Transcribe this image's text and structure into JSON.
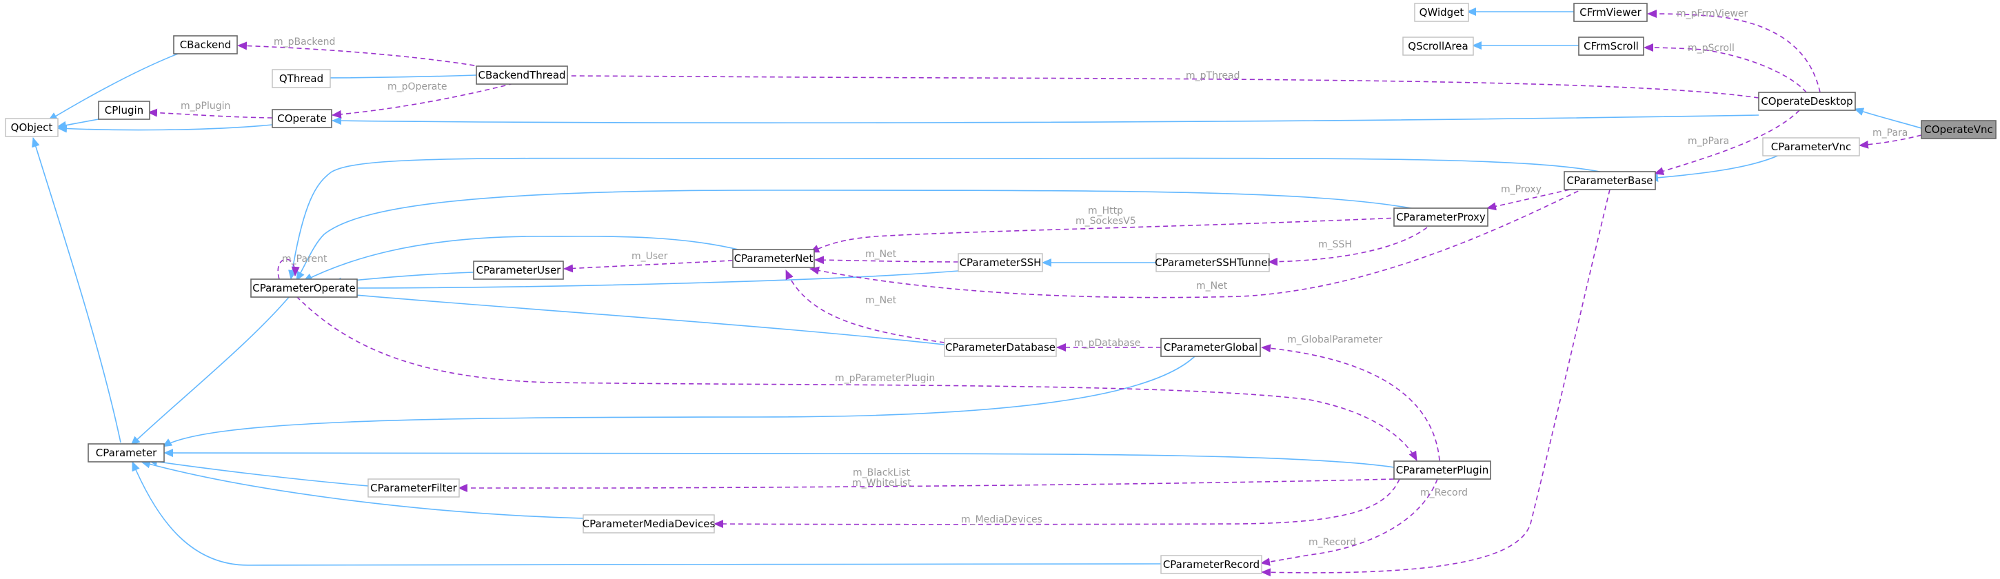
{
  "nodes": [
    {
      "id": "n_qobject",
      "name": "qobject-node",
      "label": "QObject",
      "style": "undoc"
    },
    {
      "id": "n_cbackend",
      "name": "cbackend-node",
      "label": "CBackend",
      "style": "doc"
    },
    {
      "id": "n_qthread",
      "name": "qthread-node",
      "label": "QThread",
      "style": "undoc"
    },
    {
      "id": "n_cbackendthread",
      "name": "cbackendthread-node",
      "label": "CBackendThread",
      "style": "doc"
    },
    {
      "id": "n_cplugin",
      "name": "cplugin-node",
      "label": "CPlugin",
      "style": "doc"
    },
    {
      "id": "n_coperate",
      "name": "coperate-node",
      "label": "COperate",
      "style": "doc"
    },
    {
      "id": "n_qwidget",
      "name": "qwidget-node",
      "label": "QWidget",
      "style": "undoc"
    },
    {
      "id": "n_cfrmviewer",
      "name": "cfrmviewer-node",
      "label": "CFrmViewer",
      "style": "doc"
    },
    {
      "id": "n_qscrollarea",
      "name": "qscrollarea-node",
      "label": "QScrollArea",
      "style": "undoc"
    },
    {
      "id": "n_cfrmscroll",
      "name": "cfrmscroll-node",
      "label": "CFrmScroll",
      "style": "doc"
    },
    {
      "id": "n_coperatedesktop",
      "name": "coperatedesktop-node",
      "label": "COperateDesktop",
      "style": "doc"
    },
    {
      "id": "n_coperatevnc",
      "name": "coperatevnc-node",
      "label": "COperateVnc",
      "style": "current"
    },
    {
      "id": "n_cparametervnc",
      "name": "cparametervnc-node",
      "label": "CParameterVnc",
      "style": "undoc"
    },
    {
      "id": "n_cparameterbase",
      "name": "cparameterbase-node",
      "label": "CParameterBase",
      "style": "doc"
    },
    {
      "id": "n_cparameterproxy",
      "name": "cparameterproxy-node",
      "label": "CParameterProxy",
      "style": "doc"
    },
    {
      "id": "n_cparameteroperate",
      "name": "cparameteroperate-node",
      "label": "CParameterOperate",
      "style": "doc"
    },
    {
      "id": "n_cparameteruser",
      "name": "cparameteruser-node",
      "label": "CParameterUser",
      "style": "doc"
    },
    {
      "id": "n_cparameternet",
      "name": "cparameternet-node",
      "label": "CParameterNet",
      "style": "doc"
    },
    {
      "id": "n_cparameterssh",
      "name": "cparameterssh-node",
      "label": "CParameterSSH",
      "style": "undoc"
    },
    {
      "id": "n_cparametersshtunnel",
      "name": "cparametersshtunnel-node",
      "label": "CParameterSSHTunnel",
      "style": "undoc"
    },
    {
      "id": "n_cparameterdatabase",
      "name": "cparameterdatabase-node",
      "label": "CParameterDatabase",
      "style": "undoc"
    },
    {
      "id": "n_cparameterglobal",
      "name": "cparameterglobal-node",
      "label": "CParameterGlobal",
      "style": "doc"
    },
    {
      "id": "n_cparameter",
      "name": "cparameter-node",
      "label": "CParameter",
      "style": "doc"
    },
    {
      "id": "n_cparameterfilter",
      "name": "cparameterfilter-node",
      "label": "CParameterFilter",
      "style": "undoc"
    },
    {
      "id": "n_cparameterplugin",
      "name": "cparameterplugin-node",
      "label": "CParameterPlugin",
      "style": "doc"
    },
    {
      "id": "n_cparametermediadevices",
      "name": "cparametermediadevices-node",
      "label": "CParameterMediaDevices",
      "style": "undoc"
    },
    {
      "id": "n_cparameterrecord",
      "name": "cparameterrecord-node",
      "label": "CParameterRecord",
      "style": "undoc"
    }
  ],
  "edge_labels": {
    "pbackend": "m_pBackend",
    "pthread": "m_pThread",
    "poperate": "m_pOperate",
    "pplugin": "m_pPlugin",
    "pfrmviewer": "m_pFrmViewer",
    "pscroll": "m_pScroll",
    "ppara": "m_pPara",
    "para": "m_Para",
    "proxy": "m_Proxy",
    "http": "m_Http",
    "socksv5": "m_SockesV5",
    "parent": "m_Parent",
    "user": "m_User",
    "net_ssh": "m_Net",
    "ssh": "m_SSH",
    "net_base": "m_Net",
    "net_db": "m_Net",
    "pdatabase": "m_pDatabase",
    "globalparameter": "m_GlobalParameter",
    "pparameterplugin": "m_pParameterPlugin",
    "blacklist": "m_BlackList",
    "whitelist": "m_WhiteList",
    "mediadevices": "m_MediaDevices",
    "record_plugin": "m_Record",
    "record_base": "m_Record"
  }
}
